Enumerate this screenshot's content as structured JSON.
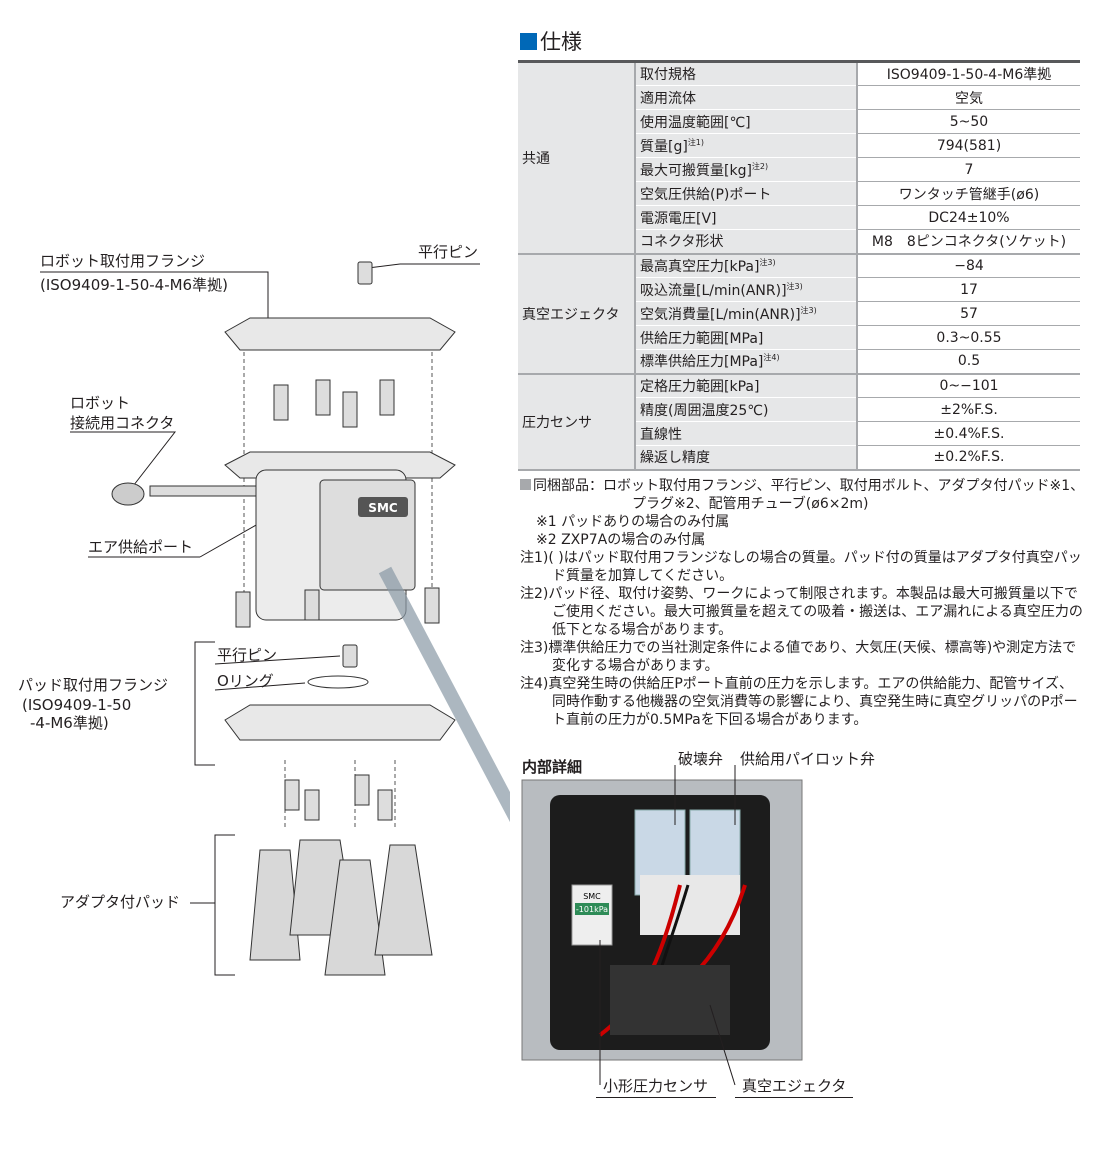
{
  "section_title": "仕様",
  "spec_table": {
    "groups": [
      {
        "name": "共通",
        "rows": [
          {
            "label": "取付規格",
            "note": "",
            "value": "ISO9409-1-50-4-M6準拠"
          },
          {
            "label": "適用流体",
            "note": "",
            "value": "空気"
          },
          {
            "label": "使用温度範囲[℃]",
            "note": "",
            "value": "5~50"
          },
          {
            "label": "質量[g]",
            "note": "注1)",
            "value": "794(581)"
          },
          {
            "label": "最大可搬質量[kg]",
            "note": "注2)",
            "value": "7"
          },
          {
            "label": "空気圧供給(P)ポート",
            "note": "",
            "value": "ワンタッチ管継手(ø6)"
          },
          {
            "label": "電源電圧[V]",
            "note": "",
            "value": "DC24±10%"
          },
          {
            "label": "コネクタ形状",
            "note": "",
            "value": "M8　8ピンコネクタ(ソケット)"
          }
        ]
      },
      {
        "name": "真空エジェクタ",
        "rows": [
          {
            "label": "最高真空圧力[kPa]",
            "note": "注3)",
            "value": "−84"
          },
          {
            "label": "吸込流量[L/min(ANR)]",
            "note": "注3)",
            "value": "17"
          },
          {
            "label": "空気消費量[L/min(ANR)]",
            "note": "注3)",
            "value": "57"
          },
          {
            "label": "供給圧力範囲[MPa]",
            "note": "",
            "value": "0.3~0.55"
          },
          {
            "label": "標準供給圧力[MPa]",
            "note": "注4)",
            "value": "0.5"
          }
        ]
      },
      {
        "name": "圧力センサ",
        "rows": [
          {
            "label": "定格圧力範囲[kPa]",
            "note": "",
            "value": "0~−101"
          },
          {
            "label": "精度(周囲温度25℃)",
            "note": "",
            "value": "±2%F.S."
          },
          {
            "label": "直線性",
            "note": "",
            "value": "±0.4%F.S."
          },
          {
            "label": "繰返し精度",
            "note": "",
            "value": "±0.2%F.S."
          }
        ]
      }
    ]
  },
  "notes": {
    "included": "同梱部品：ロボット取付用フランジ、平行ピン、取付用ボルト、アダプタ付パッド※1、プラグ※2、配管用チューブ(ø6×2m)",
    "ref1": "※1 パッドありの場合のみ付属",
    "ref2": "※2 ZXP7Aの場合のみ付属",
    "n1": "注1)( )はパッド取付用フランジなしの場合の質量。パッド付の質量はアダプタ付真空パッド質量を加算してください。",
    "n2": "注2)パッド径、取付け姿勢、ワークによって制限されます。本製品は最大可搬質量以下でご使用ください。最大可搬質量を超えての吸着・搬送は、エア漏れによる真空圧力の低下となる場合があります。",
    "n3": "注3)標準供給圧力での当社測定条件による値であり、大気圧(天候、標高等)や測定方法で変化する場合があります。",
    "n4": "注4)真空発生時の供給圧Pポート直前の圧力を示します。エアの供給能力、配管サイズ、同時作動する他機器の空気消費等の影響により、真空発生時に真空グリッパのPポート直前の圧力が0.5MPaを下回る場合があります。"
  },
  "diagram_labels": {
    "robot_flange": "ロボット取付用フランジ",
    "robot_flange_std": "(ISO9409-1-50-4-M6準拠)",
    "pin_top": "平行ピン",
    "connector_1": "ロボット",
    "connector_2": "接続用コネクタ",
    "air_port": "エア供給ポート",
    "pad_flange_1": "パッド取付用フランジ",
    "pad_flange_2": "(ISO9409-1-50",
    "pad_flange_3": "-4-M6準拠)",
    "pin_bottom": "平行ピン",
    "o_ring": "Oリング",
    "adapter_pad": "アダプタ付パッド",
    "brand": "SMC"
  },
  "detail": {
    "title": "内部詳細",
    "break_valve": "破壊弁",
    "pilot_valve": "供給用パイロット弁",
    "sensor": "小形圧力センサ",
    "ejector": "真空エジェクタ",
    "sensor_brand": "SMC",
    "sensor_reading": "-101kPa"
  },
  "colors": {
    "accent": "#0068b7",
    "table_gray": "#e6e7e8",
    "rule": "#58595b"
  }
}
